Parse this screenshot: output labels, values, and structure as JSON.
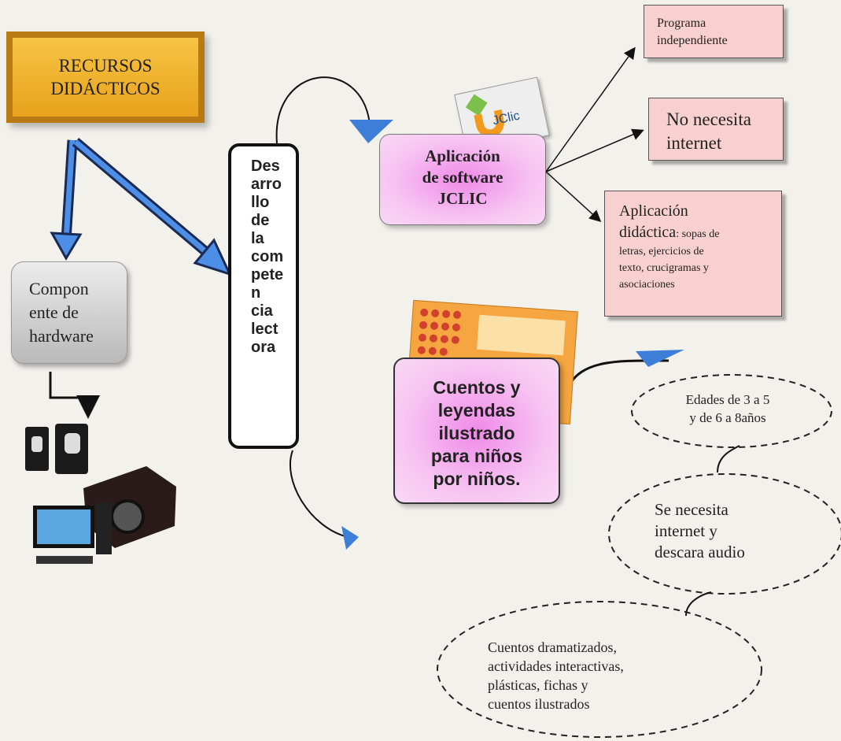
{
  "recursos": {
    "line1": "RECURSOS",
    "line2": "DIDÁCTICOS"
  },
  "hardware": {
    "line1": "Compon",
    "line2": "ente de",
    "line3": "hardware"
  },
  "desarrollo": {
    "lines": [
      "Des",
      "arro",
      "llo",
      "de",
      "la",
      "com",
      "pete",
      "n",
      "cia",
      "lect",
      "ora"
    ]
  },
  "aplicacion": {
    "line1": "Aplicación",
    "line2": "de software",
    "line3": "JCLIC"
  },
  "jclic_logo": {
    "word": "JClic"
  },
  "programa": {
    "line1": "Programa",
    "line2": "independiente"
  },
  "no_necesita": {
    "line1": "No necesita",
    "line2": "internet"
  },
  "didactica": {
    "line1": "Aplicación",
    "line2a": "didáctica",
    "line2b": ": sopas de",
    "line3": "letras, ejercicios de",
    "line4": "texto, crucigramas y",
    "line5": "asociaciones"
  },
  "cuentos": {
    "line1": "Cuentos y",
    "line2": "leyendas",
    "line3": "ilustrado",
    "line4": "para niños",
    "line5": "por niños."
  },
  "edades": {
    "line1": "Edades de 3 a 5",
    "line2": "y de 6 a 8años"
  },
  "se_necesita": {
    "line1": "Se necesita",
    "line2": "internet y",
    "line3": "descara audio"
  },
  "cuentos_dram": {
    "line1": "Cuentos dramatizados,",
    "line2": "actividades interactivas,",
    "line3": "plásticas, fichas y",
    "line4": "cuentos ilustrados"
  },
  "colors": {
    "gold": "#f0b431",
    "pink": "#f3a8ee",
    "salmon": "#f9d0d0",
    "arrow_blue": "#3d7fd8"
  },
  "icons": [
    "speakers-icon",
    "computer-icon",
    "projector-icon",
    "jclic-logo-icon",
    "storybook-icon"
  ]
}
